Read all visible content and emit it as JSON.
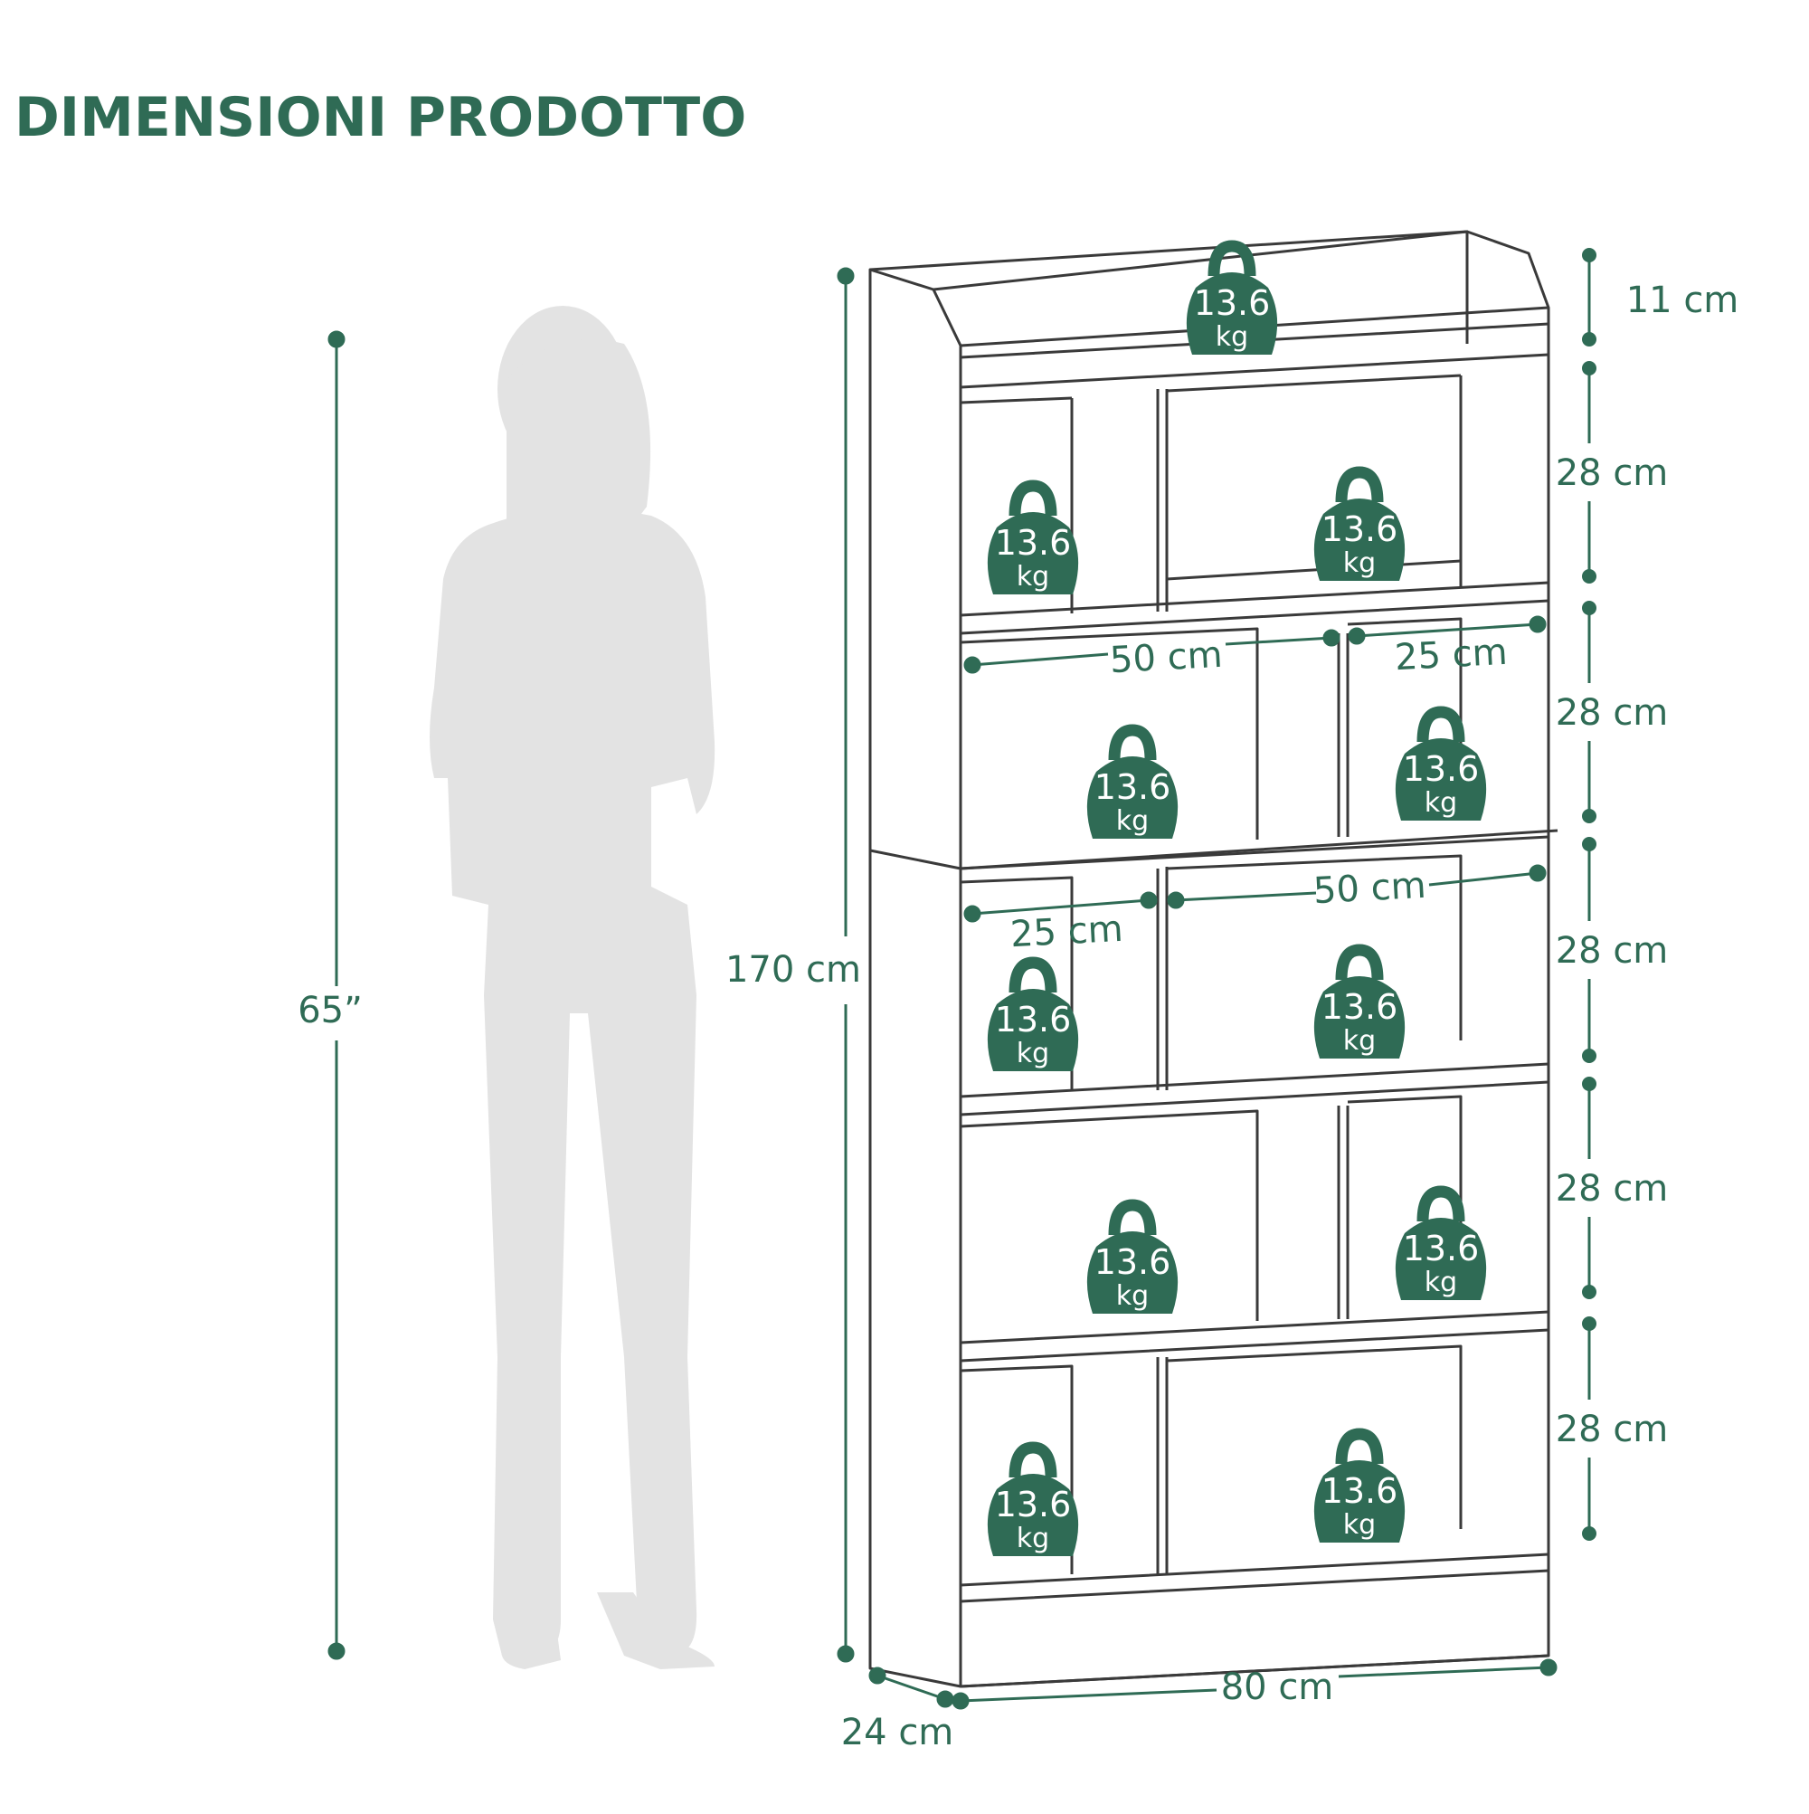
{
  "title": "DIMENSIONI PRODOTTO",
  "colors": {
    "accent": "#2f6b55",
    "outline": "#3a3a3a",
    "silhouette": "#e3e3e3"
  },
  "person": {
    "height_label": "65”"
  },
  "dimensions": {
    "total_height": "170 cm",
    "width": "80 cm",
    "depth": "24 cm",
    "top_rail": "11 cm",
    "compartment_heights": [
      "28 cm",
      "28 cm",
      "28 cm",
      "28 cm",
      "28 cm"
    ],
    "upper_wide_width": "50 cm",
    "upper_narrow_width": "25 cm",
    "lower_narrow_width": "25 cm",
    "lower_wide_width": "50 cm"
  },
  "load": {
    "value": "13.6",
    "unit": "kg",
    "icon": "weight-icon",
    "count": 11
  }
}
